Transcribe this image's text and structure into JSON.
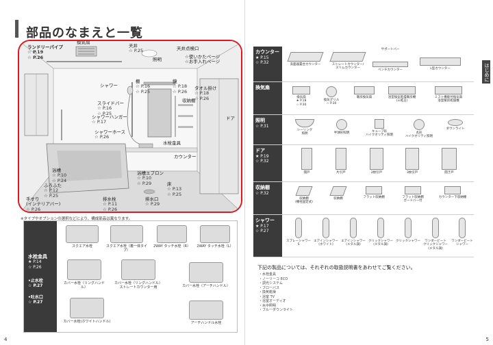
{
  "left_page": {
    "title": "部品のなまえと一覧",
    "page_number": "4",
    "footnote": "※タイプやオプションの選択などにより、構成部品は異なります。",
    "room_labels": [
      {
        "name": "ランドリーパイプ",
        "ref": "☆ P.19\n☆ P.26"
      },
      {
        "name": "換気扇",
        "ref": ""
      },
      {
        "name": "天井",
        "ref": "☆ P.25"
      },
      {
        "name": "照明",
        "ref": ""
      },
      {
        "name": "天井点検口",
        "ref": ""
      },
      {
        "name": "☆使いかたページ\n☆お手入れページ",
        "ref": ""
      },
      {
        "name": "シャワー",
        "ref": ""
      },
      {
        "name": "棚",
        "ref": "☆ P.16\n☆ P.25"
      },
      {
        "name": "鏡",
        "ref": "☆ P.18\n☆ P.26"
      },
      {
        "name": "収納棚",
        "ref": ""
      },
      {
        "name": "タオル掛け",
        "ref": "☆ P.18\n☆ P.26"
      },
      {
        "name": "スライドバー",
        "ref": "☆ P.16\n☆ P.25"
      },
      {
        "name": "シャワーハンガー",
        "ref": "☆ P.17"
      },
      {
        "name": "シャワーホース",
        "ref": "☆ P.26"
      },
      {
        "name": "水栓金具",
        "ref": ""
      },
      {
        "name": "ドア",
        "ref": ""
      },
      {
        "name": "カウンター",
        "ref": ""
      },
      {
        "name": "浴槽",
        "ref": "☆ P.10\n☆ P.24"
      },
      {
        "name": "ふろふた",
        "ref": "☆ P.12\n☆ P.25"
      },
      {
        "name": "手すり\n(インテリアバー)",
        "ref": "☆ P.26"
      },
      {
        "name": "排水栓",
        "ref": "☆ P.11\n☆ P.26"
      },
      {
        "name": "浴槽エプロン",
        "ref": "☆ P.10\n☆ P.29"
      },
      {
        "name": "床",
        "ref": "☆ P.13\n☆ P.25"
      },
      {
        "name": "排水口",
        "ref": "☆ P.29"
      }
    ],
    "faucet": {
      "label": "水栓金具",
      "ref": "★ P.14\n☆ P.26",
      "sub1": "•止水栓\n☆ P.27",
      "sub2": "•吐水口\n☆ P.27",
      "items": [
        "スクエア水栓",
        "スクエア水栓（着一体タイプ）",
        "2WAY タッチ水栓（R）",
        "2WAY タッチ水栓（L）",
        "カバー水栓（リングハンドル）",
        "カバー水栓（リングハンドル）\nストレートカウンター用",
        "カバー水栓（アーチハンドル）",
        "カバー水栓(ホワイトハンドル)",
        "アーチハンドル水栓"
      ]
    }
  },
  "right_page": {
    "page_number": "5",
    "side_tab": "はじめに",
    "categories": [
      {
        "label": "カウンター",
        "ref": "★ P.15\n☆ P.32",
        "items": [
          {
            "name": "洗面器置台カウンター"
          },
          {
            "name": "ストレートカウンター/\nスリムカウンター"
          },
          {
            "name": "ベンチカウンター"
          },
          {
            "name": "L型カウンター"
          },
          {
            "name": "サポートバー"
          }
        ]
      },
      {
        "label": "換気扇",
        "ref": "",
        "items": [
          {
            "name": "換気扇",
            "ref": "★ P.18\n☆ P.30"
          },
          {
            "name": "換気グリル",
            "ref": "☆ P.30"
          },
          {
            "name": "暖房換気扇"
          },
          {
            "name": "浴室換気乾燥暖房機\n(三乾王)"
          },
          {
            "name": "ミスト機能付換気扇\n浴室暖房乾燥機"
          }
        ]
      },
      {
        "label": "照明",
        "ref": "☆ P.31",
        "items": [
          {
            "name": "シーリング\n照明"
          },
          {
            "name": "半球形照明"
          },
          {
            "name": "キューブ形\nハイクオリティ照明"
          },
          {
            "name": "丸形\nハイクオリティ照明"
          },
          {
            "name": "ダウンライト"
          }
        ]
      },
      {
        "label": "ドア",
        "ref": "★ P.19\n☆ P.32",
        "items": [
          {
            "name": "開戸"
          },
          {
            "name": "片引戸"
          },
          {
            "name": "2枚引戸"
          },
          {
            "name": "3枚引戸"
          },
          {
            "name": "開き戸"
          }
        ]
      },
      {
        "label": "収納棚",
        "ref": "☆ P.32",
        "items": [
          {
            "name": "収納棚\n(棚柱固定式)"
          },
          {
            "name": "収納棚"
          },
          {
            "name": "フラット収納棚"
          },
          {
            "name": "フラット収納棚\nガードバー付"
          },
          {
            "name": "カウンター下収納棚"
          }
        ]
      },
      {
        "label": "シャワー",
        "ref": "★ P.17\n☆ P.27",
        "items": [
          {
            "name": "スプレーシャワー S"
          },
          {
            "name": "エアインシャワー\n(ホワイト)"
          },
          {
            "name": "エアインシャワー\n(メタル調)"
          },
          {
            "name": "クリックシャワー\n(メタル調)"
          },
          {
            "name": "クリックシャワー"
          },
          {
            "name": "ワンダービート\nクリックシャワー\n(メタル調)"
          },
          {
            "name": "ワンダービート\nシャワー"
          }
        ]
      }
    ],
    "notice": "下記の製品については、それぞれの取扱説明書をあわせてご覧ください。",
    "notice_items": [
      "・水栓金具",
      "・ノーリーコ ECO",
      "・調光システム",
      "・ブローバス",
      "・換気乾燥",
      "・浴室 TV",
      "・浴室オーディオ",
      "・水中照明",
      "・ブルーダウンライト"
    ]
  }
}
